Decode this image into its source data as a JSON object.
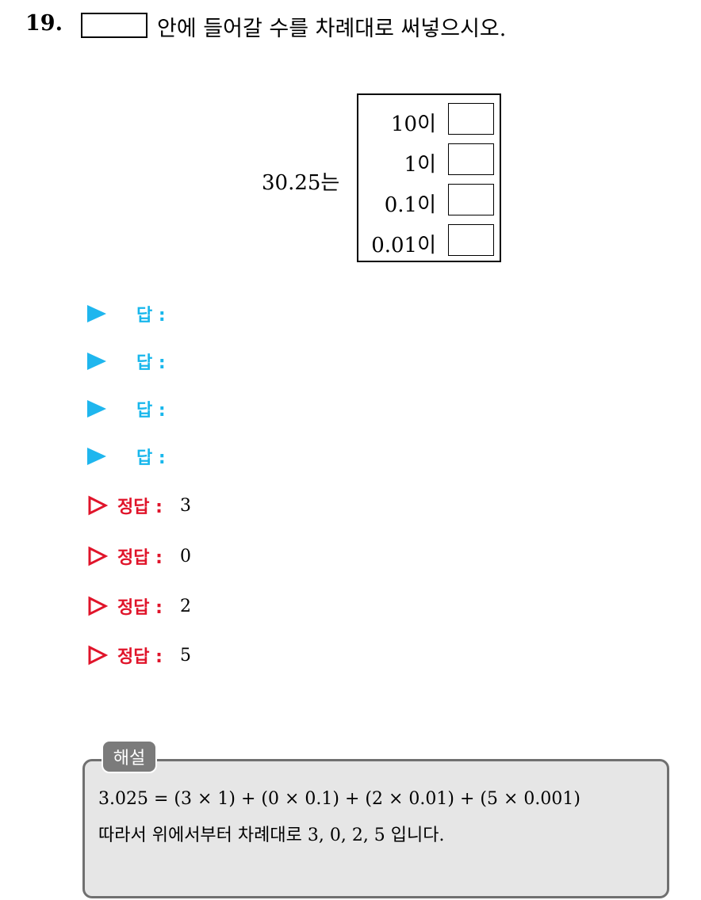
{
  "question": {
    "number": "19.",
    "text": "안에 들어갈 수를 차례대로 써넣으시오."
  },
  "problem": {
    "number_label": "30.25는",
    "rows": [
      "10이",
      "1이",
      "0.1이",
      "0.01이"
    ]
  },
  "answers": {
    "label": "답 :",
    "count": 4
  },
  "correct": {
    "label": "정답 :",
    "values": [
      "3",
      "0",
      "2",
      "5"
    ]
  },
  "explanation": {
    "tag": "해설",
    "line1": "3.025 = (3 × 1) + (0 × 0.1) + (2 × 0.01) + (5 × 0.001)",
    "line2": "따라서 위에서부터 차례대로 3, 0, 2, 5 입니다."
  },
  "colors": {
    "answer_accent": "#18b7ec",
    "correct_accent": "#e0142a",
    "explanation_tag": "#7b7b7b",
    "explanation_bg": "#e6e6e6"
  }
}
